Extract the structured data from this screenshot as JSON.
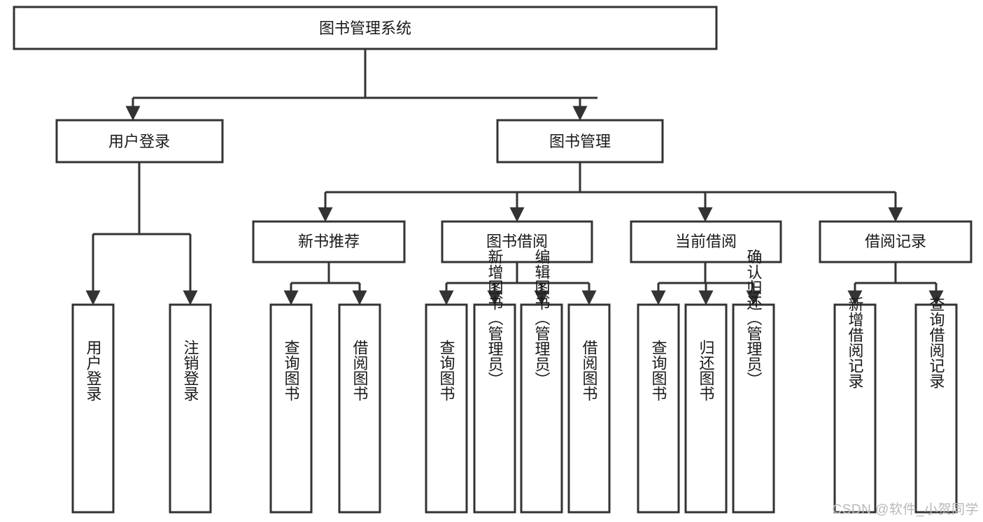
{
  "diagram": {
    "type": "tree",
    "title": "图书管理系统",
    "watermark": "CSDN @软件_小贺同学",
    "colors": {
      "stroke": "#333333",
      "fill": "#ffffff",
      "text": "#1a1a1a",
      "watermark": "#b9b9b9",
      "background": "#ffffff"
    },
    "nodes": {
      "root": {
        "label": "图书管理系统"
      },
      "level2": [
        {
          "label": "用户登录"
        },
        {
          "label": "图书管理"
        }
      ],
      "level3": [
        {
          "label": "新书推荐"
        },
        {
          "label": "图书借阅"
        },
        {
          "label": "当前借阅"
        },
        {
          "label": "借阅记录"
        }
      ],
      "leaves": {
        "user_login": [
          {
            "label": "用户登录"
          },
          {
            "label": "注销登录"
          }
        ],
        "new_book": [
          {
            "label": "查询图书"
          },
          {
            "label": "借阅图书"
          }
        ],
        "book_borrow": [
          {
            "label": "查询图书"
          },
          {
            "label": "新增图书（管理员）"
          },
          {
            "label": "编辑图书（管理员）"
          },
          {
            "label": "借阅图书"
          }
        ],
        "current_borrow": [
          {
            "label": "查询图书"
          },
          {
            "label": "归还图书"
          },
          {
            "label": "确认归还（管理员）"
          }
        ],
        "borrow_record": [
          {
            "label": "新增借阅记录"
          },
          {
            "label": "查询借阅记录"
          }
        ]
      }
    },
    "edges": [
      {
        "from": "图书管理系统",
        "to": "用户登录"
      },
      {
        "from": "图书管理系统",
        "to": "图书管理"
      },
      {
        "from": "用户登录",
        "to": "用户登录"
      },
      {
        "from": "用户登录",
        "to": "注销登录"
      },
      {
        "from": "图书管理",
        "to": "新书推荐"
      },
      {
        "from": "图书管理",
        "to": "图书借阅"
      },
      {
        "from": "图书管理",
        "to": "当前借阅"
      },
      {
        "from": "图书管理",
        "to": "借阅记录"
      },
      {
        "from": "新书推荐",
        "to": "查询图书"
      },
      {
        "from": "新书推荐",
        "to": "借阅图书"
      },
      {
        "from": "图书借阅",
        "to": "查询图书"
      },
      {
        "from": "图书借阅",
        "to": "新增图书（管理员）"
      },
      {
        "from": "图书借阅",
        "to": "编辑图书（管理员）"
      },
      {
        "from": "图书借阅",
        "to": "借阅图书"
      },
      {
        "from": "当前借阅",
        "to": "查询图书"
      },
      {
        "from": "当前借阅",
        "to": "归还图书"
      },
      {
        "from": "当前借阅",
        "to": "确认归还（管理员）"
      },
      {
        "from": "借阅记录",
        "to": "新增借阅记录"
      },
      {
        "from": "借阅记录",
        "to": "查询借阅记录"
      }
    ]
  }
}
